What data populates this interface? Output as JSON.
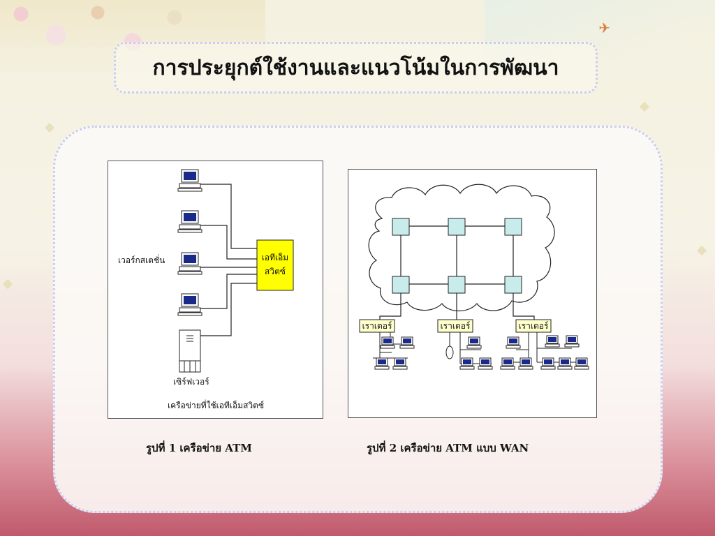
{
  "slide": {
    "title": "การประยุกต์ใช้งานและแนวโน้มในการพัฒนา"
  },
  "figure1": {
    "workstation_label": "เวอร์กสเตชั่น",
    "switch_label_line1": "เอทีเอ็ม",
    "switch_label_line2": "สวิตซ์",
    "server_label": "เซิร์ฟเวอร์",
    "bottom_caption": "เครือข่ายที่ใช้เอทีเอ็มสวิตซ์",
    "caption": "รูปที่ 1 เครือข่าย ATM"
  },
  "figure2": {
    "router_label": "เราเตอร์",
    "caption": "รูปที่ 2 เครือข่าย ATM แบบ WAN"
  },
  "colors": {
    "switch_fill": "#ffff00",
    "node_fill": "#c8ecec",
    "router_fill": "#ffffcc",
    "border_dots": "#c9cdf0"
  }
}
